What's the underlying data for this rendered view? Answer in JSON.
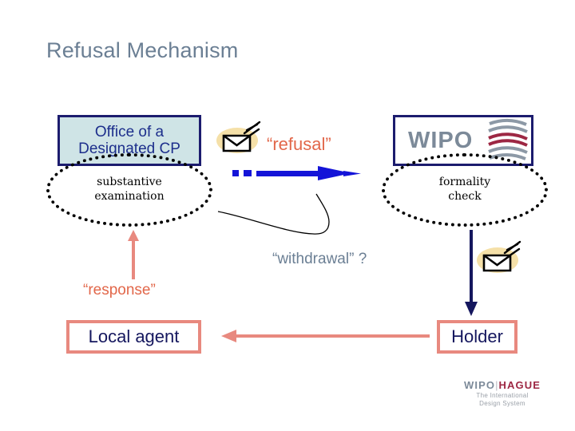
{
  "slide": {
    "title": "Refusal Mechanism",
    "title_color": "#6b7f94",
    "background": "#ffffff"
  },
  "nodes": {
    "office": {
      "label_line1": "Office of a",
      "label_line2": "Designated CP",
      "fill": "#cfe4e6",
      "border": "#1c1c6e",
      "text_color": "#1d2f8c"
    },
    "wipo": {
      "wordmark": "WIPO",
      "border": "#1c1c6e",
      "text_color": "#7c8a99",
      "globe_stripe_gray": "#8d99a6",
      "globe_stripe_red": "#9d2743"
    },
    "local_agent": {
      "label": "Local agent",
      "border": "#e8897f",
      "text_color": "#15175e"
    },
    "holder": {
      "label": "Holder",
      "border": "#e8897f",
      "text_color": "#15175e"
    }
  },
  "ellipses": [
    {
      "id": "substantive-examination",
      "label_line1": "substantive",
      "label_line2": "examination",
      "stroke": "#000000",
      "style": "dotted"
    },
    {
      "id": "formality-check",
      "label_line1": "formality",
      "label_line2": "check",
      "stroke": "#000000",
      "style": "dotted"
    }
  ],
  "annotations": {
    "refusal": {
      "text": "“refusal”",
      "color": "#e2674a"
    },
    "withdrawal": {
      "text": "“withdrawal” ?",
      "color": "#6b7f94"
    },
    "response": {
      "text": "“response”",
      "color": "#e2674a"
    }
  },
  "arrows": [
    {
      "id": "refusal-arrow",
      "direction": "right",
      "color": "#1414d8",
      "style": "dash-dash-dot-line",
      "from": "office-of-designated-cp",
      "to": "wipo"
    },
    {
      "id": "withdrawal-arrow",
      "direction": "down",
      "color": "#15175e",
      "style": "solid",
      "from": "formality-check",
      "to": "holder"
    },
    {
      "id": "holder-to-local-agent-arrow",
      "direction": "left",
      "color": "#e8897f",
      "style": "solid",
      "from": "holder",
      "to": "local-agent"
    },
    {
      "id": "response-arrow",
      "direction": "up",
      "color": "#e8897f",
      "style": "solid",
      "from": "local-agent",
      "to": "substantive-examination"
    }
  ],
  "icons": {
    "envelope_refusal": "envelope-icon",
    "envelope_withdrawal": "envelope-icon",
    "envelope_oval_fill": "#f5e0a8",
    "envelope_stroke": "#000000"
  },
  "footer_logo": {
    "wipo": "WIPO",
    "separator": "|",
    "hague": "HAGUE",
    "tagline_line1": "The International",
    "tagline_line2": "Design System",
    "wipo_color": "#7c8a99",
    "hague_color": "#9d2743"
  }
}
